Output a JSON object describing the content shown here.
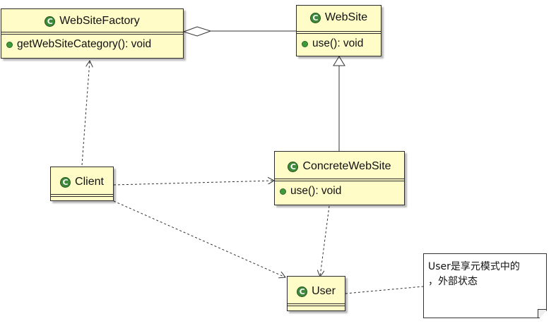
{
  "classes": {
    "website_factory": {
      "name": "WebSiteFactory",
      "operation": "getWebSiteCategory(): void"
    },
    "website": {
      "name": "WebSite",
      "operation": "use(): void"
    },
    "concrete_website": {
      "name": "ConcreteWebSite",
      "operation": "use(): void"
    },
    "client": {
      "name": "Client"
    },
    "user": {
      "name": "User"
    }
  },
  "class_badge_letter": "C",
  "note": {
    "line1": "User是享元模式中的",
    "line2": "，外部状态"
  },
  "colors": {
    "class_fill": "#fffcc8",
    "badge": "#3e8a3a",
    "line": "#333333"
  },
  "relationships": [
    {
      "from": "WebSiteFactory",
      "to": "WebSite",
      "kind": "aggregation"
    },
    {
      "from": "ConcreteWebSite",
      "to": "WebSite",
      "kind": "generalization"
    },
    {
      "from": "Client",
      "to": "WebSiteFactory",
      "kind": "dependency"
    },
    {
      "from": "Client",
      "to": "ConcreteWebSite",
      "kind": "dependency"
    },
    {
      "from": "Client",
      "to": "User",
      "kind": "dependency"
    },
    {
      "from": "ConcreteWebSite",
      "to": "User",
      "kind": "dependency"
    },
    {
      "from": "User",
      "to": "note",
      "kind": "note-anchor"
    }
  ]
}
